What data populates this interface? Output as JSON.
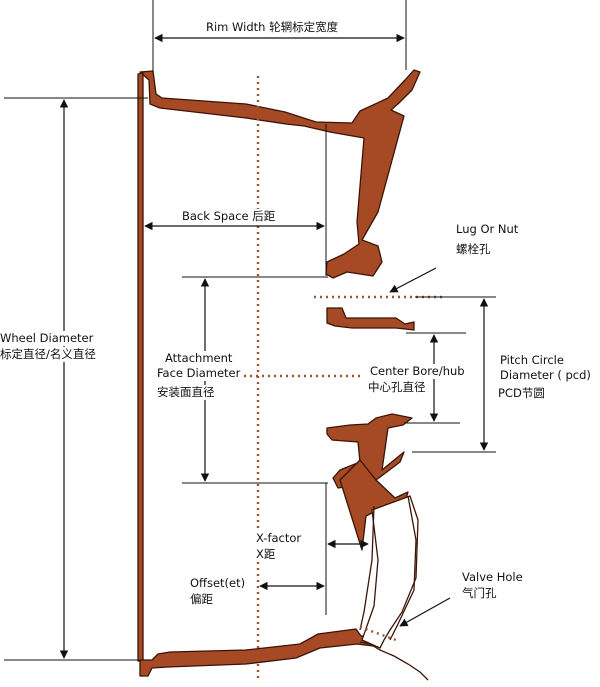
{
  "colors": {
    "wheel_fill": "#a64a25",
    "wheel_stroke": "#3b1407",
    "line": "#111111",
    "dotted": "#a0522d",
    "valve_fill": "#ffffff"
  },
  "labels": {
    "rim_width": "Rim Width 轮辋标定宽度",
    "back_space": "Back Space 后距",
    "lug_en": "Lug Or Nut",
    "lug_zh": "螺栓孔",
    "wheel_dia_en": "Wheel Diameter",
    "wheel_dia_zh": "标定直径/名义直径",
    "attach_en1": "Attachment",
    "attach_en2": "Face Diameter",
    "attach_zh": "安装面直径",
    "center_en": "Center Bore/hub",
    "center_zh": "中心孔直径",
    "pcd_en1": "Pitch Circle",
    "pcd_en2": "Diameter ( pcd)",
    "pcd_zh": "PCD节圆",
    "xfactor_en": "X-factor",
    "xfactor_zh": "X距",
    "offset_en": "Offset(et)",
    "offset_zh": "偏距",
    "valve_en": "Valve Hole",
    "valve_zh": "气门孔"
  }
}
